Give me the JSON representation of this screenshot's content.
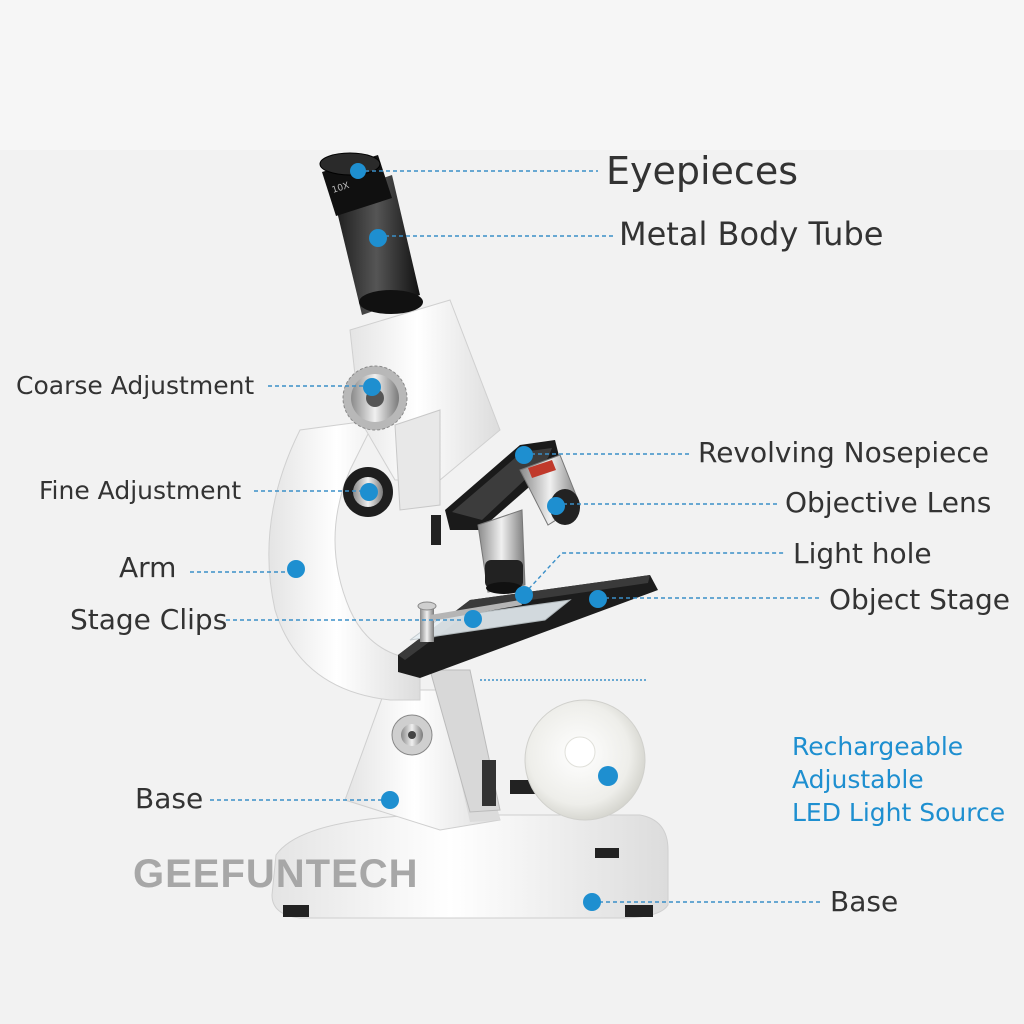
{
  "labels": {
    "eyepieces": "Eyepieces",
    "body_tube": "Metal Body Tube",
    "coarse": "Coarse Adjustment",
    "fine": "Fine Adjustment",
    "arm": "Arm",
    "stage_clips": "Stage Clips",
    "nosepiece": "Revolving Nosepiece",
    "objective": "Objective Lens",
    "light_hole": "Light hole",
    "object_stage": "Object Stage",
    "base_left": "Base",
    "base_right": "Base"
  },
  "led_label": [
    "Rechargeable",
    "Adjustable",
    "LED Light Source"
  ],
  "brand": "GEEFUNTECH",
  "eyepiece_marking": "10X",
  "colors": {
    "marker": "#1e8fd0",
    "leader": "#3a8fc8",
    "label_text": "#333333",
    "led_text": "#1e8fd0",
    "brand": "#a7a7a7",
    "body": "#ffffff",
    "dark": "#222222"
  }
}
